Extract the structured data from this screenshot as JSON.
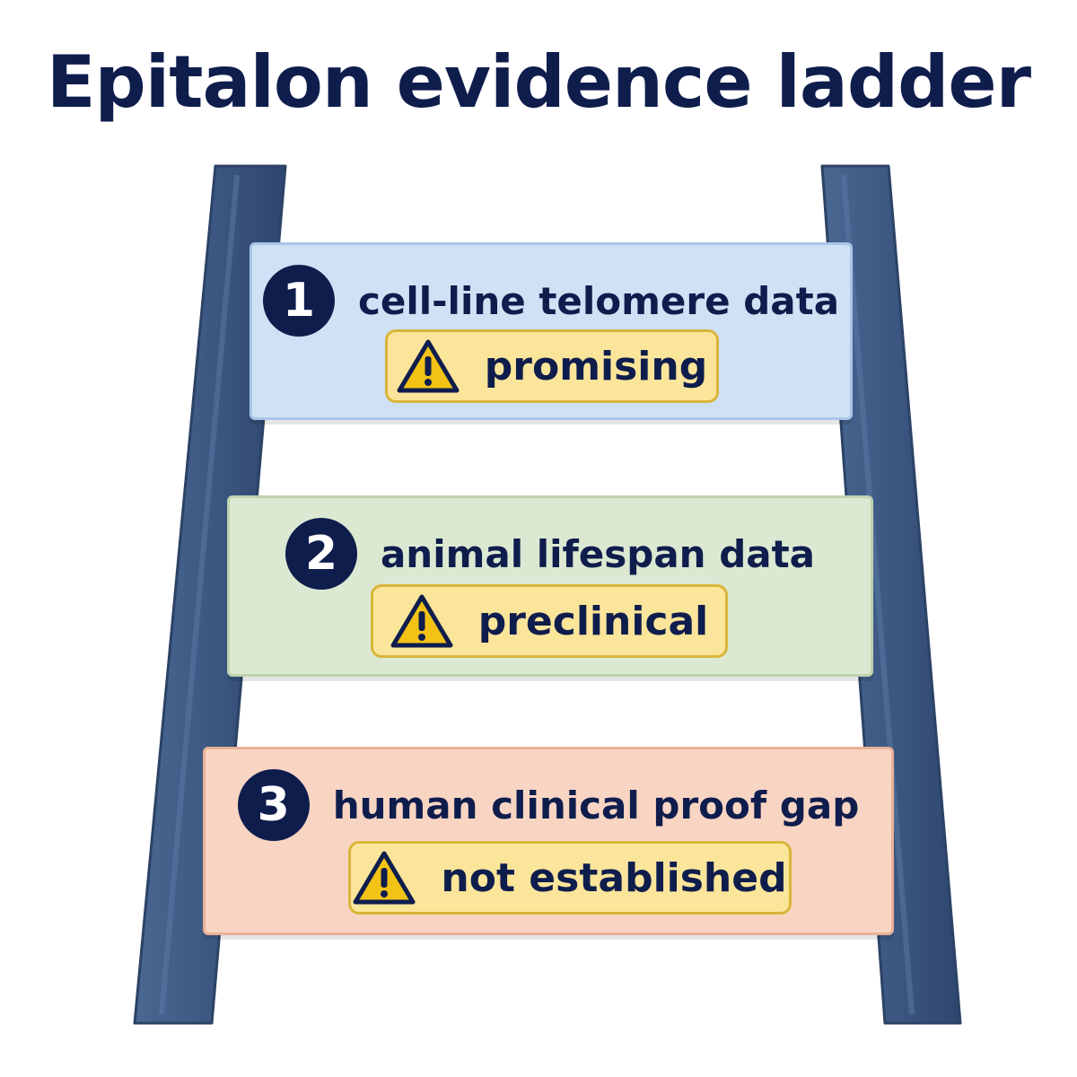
{
  "title": "Epitalon evidence ladder",
  "colors": {
    "navy": "#0f1d4d",
    "rail": "#3e5a85",
    "rail_shadow": "#2f4a70",
    "badge_fill": "#fbe59a",
    "badge_border": "#d9b53b",
    "warning_yellow": "#f2c316"
  },
  "rungs": [
    {
      "number": "1",
      "label": "cell-line telomere data",
      "badge": "promising",
      "badge_icon": "warning-triangle-icon",
      "fill": "#cfe1f5",
      "border": "#a9c6e8"
    },
    {
      "number": "2",
      "label": "animal lifespan data",
      "badge": "preclinical",
      "badge_icon": "warning-triangle-icon",
      "fill": "#dce9d2",
      "border": "#bdd3ad"
    },
    {
      "number": "3",
      "label": "human clinical proof gap",
      "badge": "not established",
      "badge_icon": "warning-triangle-icon",
      "fill": "#f8d5c3",
      "border": "#eab096"
    }
  ]
}
